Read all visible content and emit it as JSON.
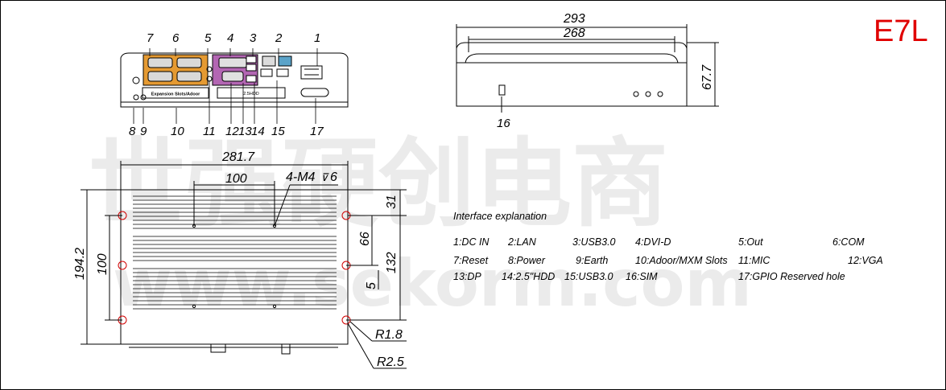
{
  "model": "E7L",
  "watermark": {
    "cn": "世强硬创电商",
    "latin": "www.sekorm.com"
  },
  "front_panel": {
    "top_callouts": [
      "7",
      "6",
      "5",
      "4",
      "3",
      "2",
      "1"
    ],
    "bottom_callouts": [
      "8",
      "9",
      "10",
      "11",
      "12",
      "13",
      "14",
      "15",
      "17"
    ],
    "slot_text": "Expansion Slots/Adoor",
    "hdd_text": "2.5HDD"
  },
  "side_view": {
    "width_outer": "293",
    "width_inner": "268",
    "height": "67.7",
    "sim_callout": "16"
  },
  "top_view": {
    "width": "281.7",
    "hole_spacing": "100",
    "screw_note": "4-M4",
    "screw_depth": "6",
    "height_total": "194.2",
    "height_left": "100",
    "dim_31": "31",
    "dim_66": "66",
    "dim_132": "132",
    "dim_5": "5",
    "radius_small": "R1.8",
    "radius_large": "R2.5"
  },
  "interface": {
    "title": "Interface explanation",
    "rows": [
      [
        "1:DC IN",
        "2:LAN",
        "3:USB3.0",
        "4:DVI-D",
        "5:Out",
        "6:COM"
      ],
      [
        "7:Reset",
        "8:Power",
        "9:Earth",
        "10:Adoor/MXM Slots",
        "11:MIC",
        "12:VGA"
      ],
      [
        "13:DP",
        "14:2.5\"HDD",
        "15:USB3.0",
        "16:SIM",
        "17:GPIO  Reserved hole"
      ]
    ]
  }
}
